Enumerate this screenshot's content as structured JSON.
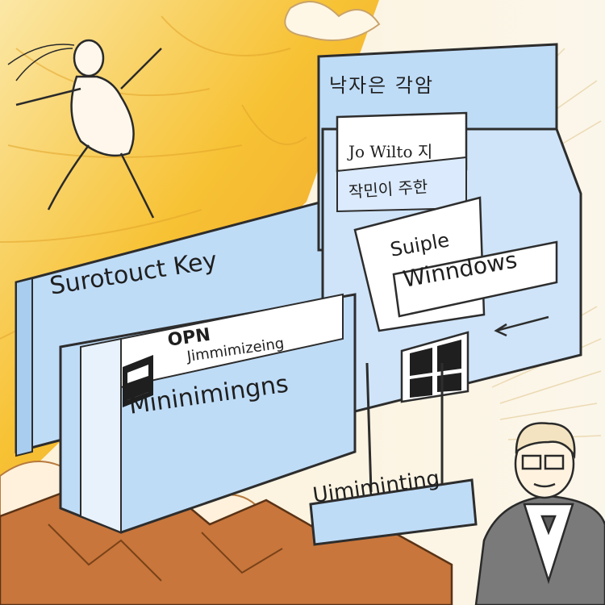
{
  "header": {
    "korean_title": "낙자은  각암",
    "name_label": "Jo Wilto 지",
    "korean_subtitle": "작민이 주한"
  },
  "panel": {
    "shortcut_label": "Surotouct Key"
  },
  "window_card": {
    "line1": "Suiple",
    "line2": "Winndows"
  },
  "minimize_card": {
    "prefix": "OPN",
    "subtext": "Jimmimizeing",
    "main_label": "Mininimingns"
  },
  "bottom_tag": {
    "label": "Uimiminting"
  },
  "colors": {
    "panel_blue": "#bfdcf7",
    "panel_border": "#2d2d2d",
    "sky_yellow": "#f7c234",
    "sky_orange": "#f09a2a",
    "ground_brown": "#c8763c"
  },
  "icons": {
    "windows_logo": "windows-logo-icon",
    "arrow": "left-arrow-icon",
    "minimize": "minimize-icon"
  }
}
